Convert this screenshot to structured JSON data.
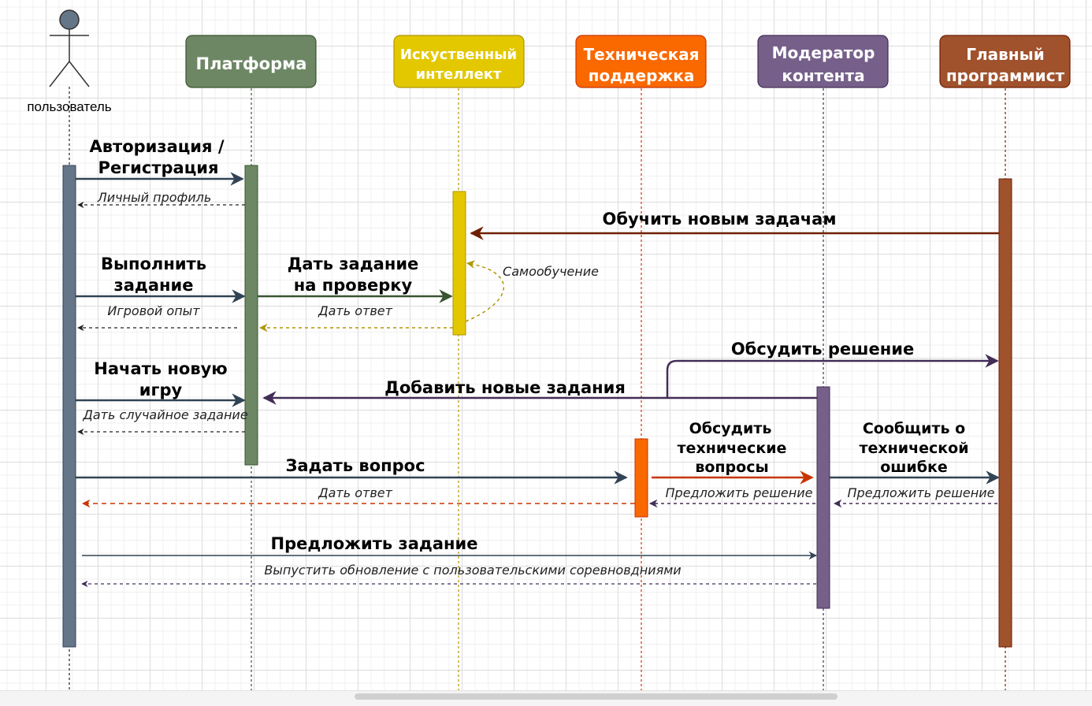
{
  "actor": {
    "label": "пользователь"
  },
  "participants": {
    "platform": {
      "label": "Платформа",
      "color": "#6d8764"
    },
    "ai": {
      "line1": "Искуственный",
      "line2": "интеллект",
      "color": "#e3c800"
    },
    "support": {
      "line1": "Техническая",
      "line2": "поддержка",
      "color": "#fa6800"
    },
    "moderator": {
      "line1": "Модератор",
      "line2": "контента",
      "color": "#76608a"
    },
    "lead": {
      "line1": "Главный",
      "line2": "программист",
      "color": "#a0522d"
    }
  },
  "messages": {
    "auth_l1": "Авторизация /",
    "auth_l2": "Регистрация",
    "profile": "Личный профиль",
    "train": "Обучить новым задачам",
    "do_task_l1": "Выполнить",
    "do_task_l2": "задание",
    "give_task_l1": "Дать задание",
    "give_task_l2": "на проверку",
    "self_learn": "Самообучение",
    "game_xp": "Игровой опыт",
    "ai_answer": "Дать ответ",
    "discuss": "Обсудить решение",
    "new_game_l1": "Начать новую",
    "new_game_l2": "игру",
    "add_tasks": "Добавить новые задания",
    "random_task": "Дать случайное задание",
    "discuss_tech_l1": "Обсудить",
    "discuss_tech_l2": "технические",
    "discuss_tech_l3": "вопросы",
    "report_l1": "Сообщить о",
    "report_l2": "технической",
    "report_l3": "ошибке",
    "ask": "Задать вопрос",
    "support_answer": "Дать ответ",
    "suggest_mod": "Предложить решение",
    "suggest_lead": "Предложить решение",
    "propose": "Предложить задание",
    "release": "Выпустить обновление с пользовательскими соревновдниями"
  },
  "colors": {
    "user": "#647687",
    "arrow_default": "#314354",
    "arrow_green": "#3a5431",
    "arrow_lead": "#6f1f04",
    "arrow_mod": "#432d57",
    "arrow_support": "#c73500",
    "return_ai": "#b09500"
  }
}
